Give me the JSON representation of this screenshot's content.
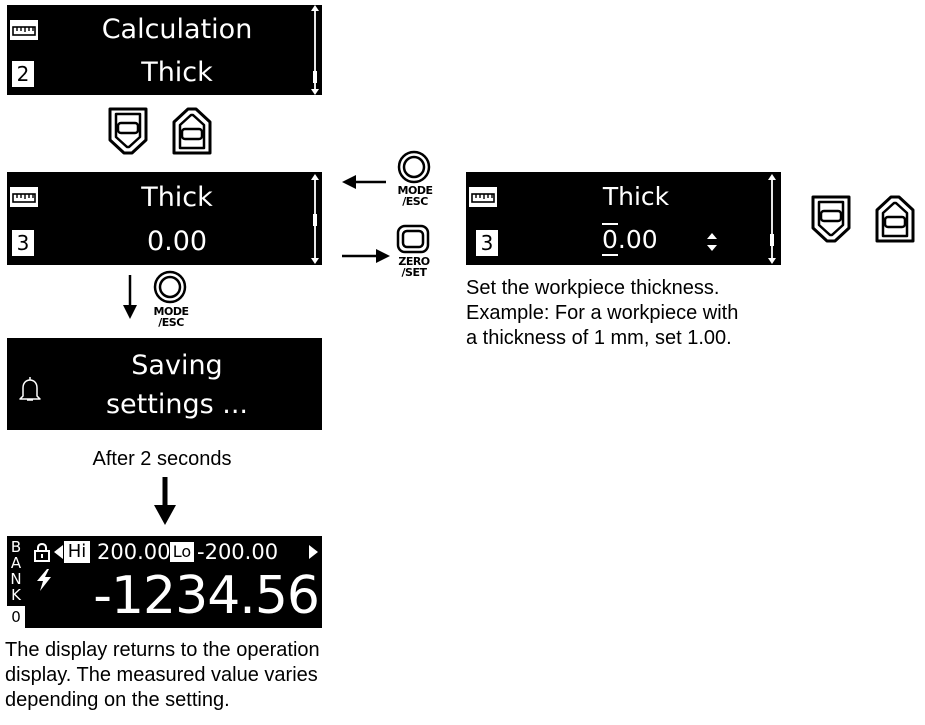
{
  "screen_calc": {
    "title": "Calculation",
    "index": "2",
    "value": "Thick"
  },
  "screen_thick": {
    "title": "Thick",
    "index": "3",
    "value": "0.00"
  },
  "screen_edit": {
    "title": "Thick",
    "index": "3",
    "value_first": "0",
    "value_rest": ".00"
  },
  "screen_saving": {
    "line1": "Saving",
    "line2": "settings ..."
  },
  "after_label": "After 2 seconds",
  "operation_display": {
    "bank_label": [
      "B",
      "A",
      "N",
      "K"
    ],
    "bank_number": "0",
    "hi_label": "Hi",
    "hi_value": "200.00",
    "lo_label": "Lo",
    "lo_value": "-200.00",
    "measured_value": "-1234.56"
  },
  "buttons": {
    "mode_esc": [
      "MODE",
      "/ESC"
    ],
    "zero_set": [
      "ZERO",
      "/SET"
    ]
  },
  "caption_set": [
    "Set the workpiece thickness.",
    "Example: For a workpiece with",
    "a thickness of 1 mm, set 1.00."
  ],
  "caption_return": [
    "The display returns to the operation",
    "display. The measured value varies",
    "depending on the setting."
  ],
  "icons": [
    "ruler-icon",
    "bell-icon",
    "lock-icon",
    "lightning-icon",
    "down-button-icon",
    "up-button-icon",
    "round-button-icon",
    "rect-button-icon",
    "arrow-icon",
    "up-down-icon"
  ]
}
